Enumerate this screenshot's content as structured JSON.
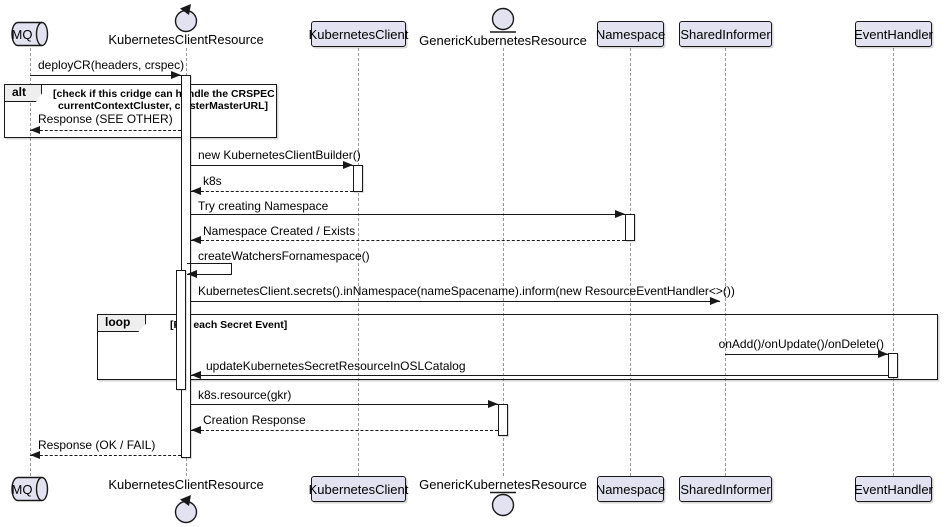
{
  "diagram_type": "uml-sequence-diagram",
  "colors": {
    "participant_fill": "#E2E2F0",
    "border": "#181818",
    "lifeline": "#9a9a9a",
    "fragment_tab_fill": "#EEEEEE",
    "background": "#FFFFFF"
  },
  "participants": [
    {
      "name": "MQ",
      "kind": "queue"
    },
    {
      "name": "KubernetesClientResource",
      "kind": "control"
    },
    {
      "name": "KubernetesClient",
      "kind": "participant"
    },
    {
      "name": "GenericKubernetesResource",
      "kind": "entity"
    },
    {
      "name": "Namespace",
      "kind": "participant"
    },
    {
      "name": "SharedInformer",
      "kind": "participant"
    },
    {
      "name": "EventHandler",
      "kind": "participant"
    }
  ],
  "fragments": {
    "alt": {
      "label": "alt",
      "guard_line1": "[check if this cridge can handle the CRSPEC",
      "guard_line2": "currentContextCluster, clusterMasterURL]"
    },
    "loop": {
      "label": "loop",
      "guard": "[For each Secret Event]"
    }
  },
  "messages": [
    {
      "label": "deployCR(headers, crspec)",
      "from": "MQ",
      "to": "KubernetesClientResource",
      "style": "solid"
    },
    {
      "label": "Response (SEE OTHER)",
      "from": "KubernetesClientResource",
      "to": "MQ",
      "style": "dashed"
    },
    {
      "label": "new KubernetesClientBuilder()",
      "from": "KubernetesClientResource",
      "to": "KubernetesClient",
      "style": "solid"
    },
    {
      "label": "k8s",
      "from": "KubernetesClient",
      "to": "KubernetesClientResource",
      "style": "dashed"
    },
    {
      "label": "Try creating Namespace",
      "from": "KubernetesClientResource",
      "to": "Namespace",
      "style": "solid"
    },
    {
      "label": "Namespace Created / Exists",
      "from": "Namespace",
      "to": "KubernetesClientResource",
      "style": "dashed"
    },
    {
      "label": "createWatchersFornamespace()",
      "from": "KubernetesClientResource",
      "to": "KubernetesClientResource",
      "style": "self"
    },
    {
      "label": "KubernetesClient.secrets().inNamespace(nameSpacename).inform(new ResourceEventHandler<>())",
      "from": "KubernetesClientResource",
      "to": "SharedInformer",
      "style": "solid"
    },
    {
      "label": "onAdd()/onUpdate()/onDelete()",
      "from": "SharedInformer",
      "to": "EventHandler",
      "style": "solid"
    },
    {
      "label": "updateKubernetesSecretResourceInOSLCatalog",
      "from": "EventHandler",
      "to": "KubernetesClientResource",
      "style": "solid"
    },
    {
      "label": "k8s.resource(gkr)",
      "from": "KubernetesClientResource",
      "to": "GenericKubernetesResource",
      "style": "solid"
    },
    {
      "label": "Creation Response",
      "from": "GenericKubernetesResource",
      "to": "KubernetesClientResource",
      "style": "dashed"
    },
    {
      "label": "Response (OK / FAIL)",
      "from": "KubernetesClientResource",
      "to": "MQ",
      "style": "dashed"
    }
  ]
}
